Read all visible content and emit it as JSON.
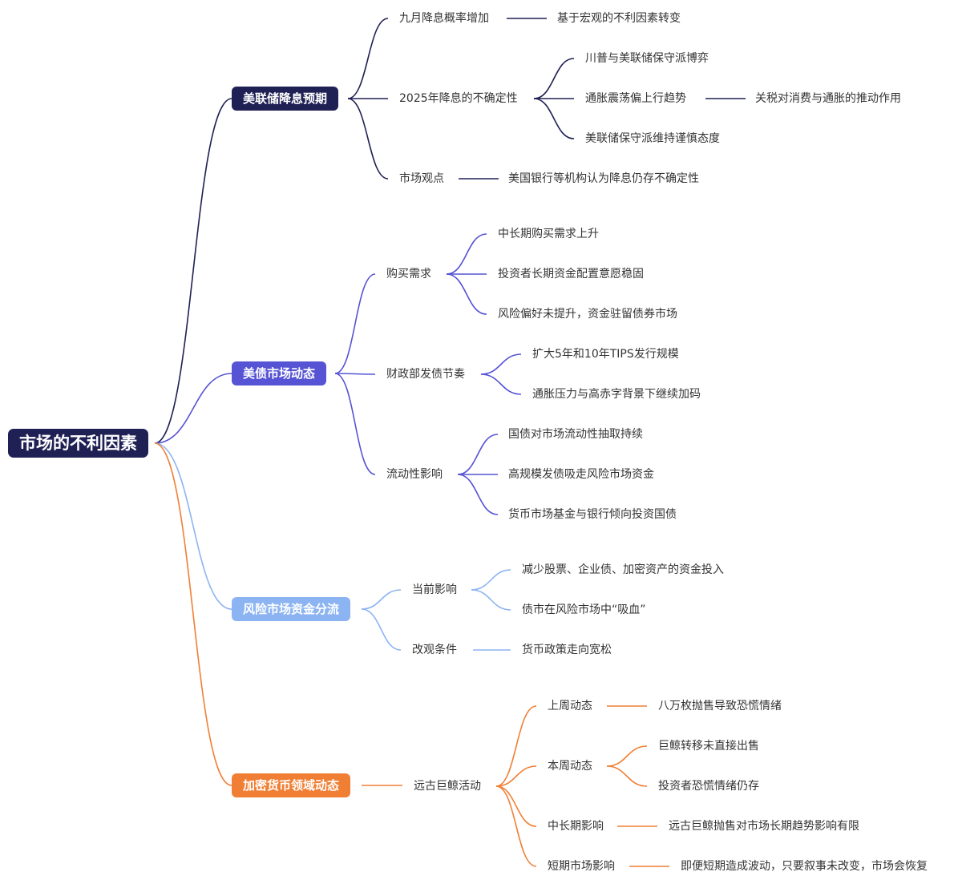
{
  "root": {
    "label": "市场的不利因素",
    "color": "#1f2054"
  },
  "branches": [
    {
      "label": "美联储降息预期",
      "color": "#1f2054",
      "items": [
        {
          "label": "九月降息概率增加",
          "children": [
            {
              "label": "基于宏观的不利因素转变"
            }
          ]
        },
        {
          "label": "2025年降息的不确定性",
          "children": [
            {
              "label": "川普与美联储保守派博弈"
            },
            {
              "label": "通胀震荡偏上行趋势",
              "children": [
                {
                  "label": "关税对消费与通胀的推动作用"
                }
              ]
            },
            {
              "label": "美联储保守派维持谨慎态度"
            }
          ]
        },
        {
          "label": "市场观点",
          "children": [
            {
              "label": "美国银行等机构认为降息仍存不确定性"
            }
          ]
        }
      ]
    },
    {
      "label": "美债市场动态",
      "color": "#5653d4",
      "items": [
        {
          "label": "购买需求",
          "children": [
            {
              "label": "中长期购买需求上升"
            },
            {
              "label": "投资者长期资金配置意愿稳固"
            },
            {
              "label": "风险偏好未提升，资金驻留债券市场"
            }
          ]
        },
        {
          "label": "财政部发债节奏",
          "children": [
            {
              "label": "扩大5年和10年TIPS发行规模"
            },
            {
              "label": "通胀压力与高赤字背景下继续加码"
            }
          ]
        },
        {
          "label": "流动性影响",
          "children": [
            {
              "label": "国债对市场流动性抽取持续"
            },
            {
              "label": "高规模发债吸走风险市场资金"
            },
            {
              "label": "货币市场基金与银行倾向投资国债"
            }
          ]
        }
      ]
    },
    {
      "label": "风险市场资金分流",
      "color": "#8cb4f2",
      "items": [
        {
          "label": "当前影响",
          "children": [
            {
              "label": "减少股票、企业债、加密资产的资金投入"
            },
            {
              "label": "债市在风险市场中“吸血”"
            }
          ]
        },
        {
          "label": "改观条件",
          "children": [
            {
              "label": "货币政策走向宽松"
            }
          ]
        }
      ]
    },
    {
      "label": "加密货币领域动态",
      "color": "#f07f35",
      "items": [
        {
          "label": "远古巨鲸活动",
          "children": [
            {
              "label": "上周动态",
              "children": [
                {
                  "label": "八万枚抛售导致恐慌情绪"
                }
              ]
            },
            {
              "label": "本周动态",
              "children": [
                {
                  "label": "巨鲸转移未直接出售"
                },
                {
                  "label": "投资者恐慌情绪仍存"
                }
              ]
            },
            {
              "label": "中长期影响",
              "children": [
                {
                  "label": "远古巨鲸抛售对市场长期趋势影响有限"
                }
              ]
            },
            {
              "label": "短期市场影响",
              "children": [
                {
                  "label": "即便短期造成波动，只要叙事未改变，市场会恢复"
                }
              ]
            }
          ]
        }
      ]
    }
  ]
}
